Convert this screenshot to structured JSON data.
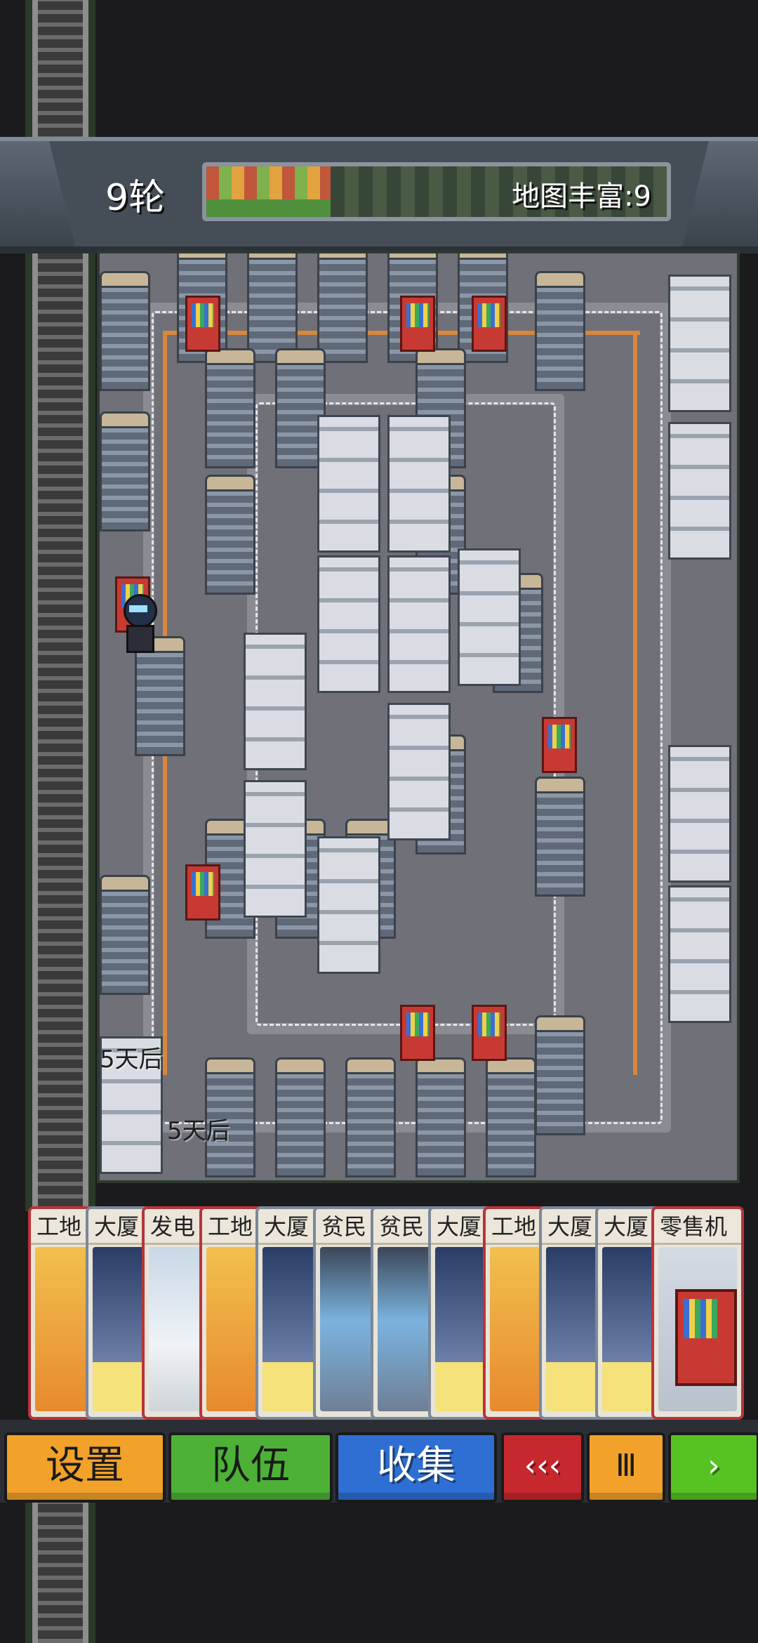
{
  "header": {
    "round_label": "9轮",
    "richness_label": "地图丰富:9",
    "richness_fill": 0.27
  },
  "map": {
    "timers": [
      "5天后",
      "5天后"
    ]
  },
  "hand": [
    {
      "title": "工地",
      "art": "factory",
      "accent": "red"
    },
    {
      "title": "大厦",
      "art": "building",
      "accent": "gray"
    },
    {
      "title": "发电",
      "art": "power",
      "accent": "red"
    },
    {
      "title": "工地",
      "art": "factory",
      "accent": "red"
    },
    {
      "title": "大厦",
      "art": "building",
      "accent": "gray"
    },
    {
      "title": "贫民",
      "art": "slum",
      "accent": "gray"
    },
    {
      "title": "贫民",
      "art": "slum",
      "accent": "gray"
    },
    {
      "title": "大厦",
      "art": "building",
      "accent": "gray"
    },
    {
      "title": "工地",
      "art": "factory",
      "accent": "red"
    },
    {
      "title": "大厦",
      "art": "building",
      "accent": "gray"
    },
    {
      "title": "大厦",
      "art": "building",
      "accent": "gray"
    },
    {
      "title": "零售机",
      "art": "vending",
      "accent": "red"
    }
  ],
  "buttons": {
    "settings": "设置",
    "team": "队伍",
    "collect": "收集",
    "rewind": "‹‹‹",
    "pause": "Ⅲ",
    "next": "›"
  },
  "colors": {
    "settings": "#f2a22a",
    "team": "#4cb136",
    "collect": "#2f6fd3",
    "rewind": "#c7282e",
    "next": "#56c323"
  }
}
